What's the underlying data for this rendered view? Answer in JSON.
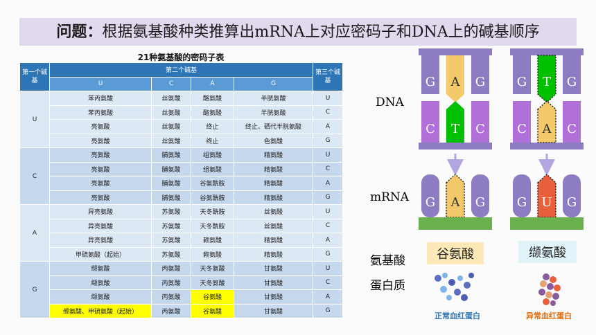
{
  "title": {
    "question": "问题：",
    "text": "根据氨基酸种类推算出mRNA上对应密码子和DNA上的碱基顺序"
  },
  "table": {
    "caption": "21种氨基酸的密码子表",
    "headers": {
      "first": "第一个碱基",
      "second": "第二个碱基",
      "third": "第三个碱基",
      "second_bases": [
        "U",
        "C",
        "A",
        "G"
      ]
    },
    "groups": [
      {
        "base": "U",
        "rows": [
          [
            "苯丙氨酸",
            "丝氨酸",
            "酪氨酸",
            "半胱氨酸",
            "U"
          ],
          [
            "苯丙氨酸",
            "丝氨酸",
            "酪氨酸",
            "半胱氨酸",
            "C"
          ],
          [
            "亮氨酸",
            "丝氨酸",
            "终止",
            "终止、硒代半胱氨酸",
            "A"
          ],
          [
            "亮氨酸",
            "丝氨酸",
            "终止",
            "色氨酸",
            "G"
          ]
        ]
      },
      {
        "base": "C",
        "rows": [
          [
            "亮氨酸",
            "脯氨酸",
            "组氨酸",
            "精氨酸",
            "U"
          ],
          [
            "亮氨酸",
            "脯氨酸",
            "组氨酸",
            "精氨酸",
            "C"
          ],
          [
            "亮氨酸",
            "脯氨酸",
            "谷氨酰胺",
            "精氨酸",
            "A"
          ],
          [
            "亮氨酸",
            "脯氨酸",
            "谷氨酰胺",
            "精氨酸",
            "G"
          ]
        ]
      },
      {
        "base": "A",
        "rows": [
          [
            "异亮氨酸",
            "苏氨酸",
            "天冬酰胺",
            "丝氨酸",
            "U"
          ],
          [
            "异亮氨酸",
            "苏氨酸",
            "天冬酰胺",
            "丝氨酸",
            "C"
          ],
          [
            "异亮氨酸",
            "苏氨酸",
            "赖氨酸",
            "精氨酸",
            "A"
          ],
          [
            "甲硫氨酸（起始）",
            "苏氨酸",
            "赖氨酸",
            "精氨酸",
            "G"
          ]
        ]
      },
      {
        "base": "G",
        "rows": [
          [
            "缬氨酸",
            "丙氨酸",
            "天冬氨酸",
            "甘氨酸",
            "U"
          ],
          [
            "缬氨酸",
            "丙氨酸",
            "天冬氨酸",
            "甘氨酸",
            "C"
          ],
          [
            "缬氨酸",
            "丙氨酸",
            "谷氨酸",
            "甘氨酸",
            "A"
          ],
          [
            "缬氨酸、甲硫氨酸（起始）",
            "丙氨酸",
            "谷氨酸",
            "甘氨酸",
            "G"
          ]
        ]
      }
    ],
    "highlight_color": "#ffff00"
  },
  "diagram": {
    "row_labels": {
      "dna": "DNA",
      "mrna": "mRNA",
      "amino": "氨基酸",
      "protein": "蛋白质"
    },
    "normal": {
      "dna_top": [
        "G",
        "A",
        "G"
      ],
      "dna_bottom": [
        "C",
        "T",
        "C"
      ],
      "mrna": [
        "G",
        "A",
        "G"
      ],
      "amino": "谷氨酸",
      "protein": "正常血红蛋白",
      "caption_color": "#2e75b6"
    },
    "abnormal": {
      "dna_top": [
        "G",
        "T",
        "G"
      ],
      "dna_bottom": [
        "C",
        "A",
        "C"
      ],
      "mrna": [
        "G",
        "U",
        "G"
      ],
      "amino": "缬氨酸",
      "protein": "异常血红蛋白",
      "caption_color": "#e36c09"
    },
    "colors": {
      "purple": "#8e7cc3",
      "violet": "#b070d8",
      "green": "#00c000",
      "orange": "#f4c96a",
      "red": "#e8603c",
      "amino_normal_bg": "#fde9b8",
      "amino_abnormal_bg": "#dff3f8",
      "base_bar": "#6ab04c"
    }
  }
}
